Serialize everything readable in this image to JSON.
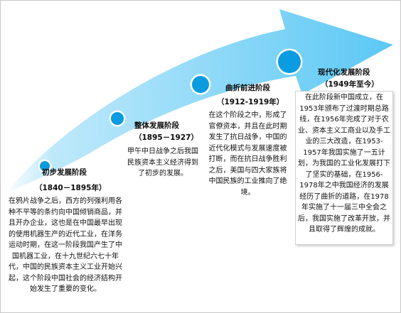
{
  "colors": {
    "arrow_main": "#5bc8f4",
    "arrow_light": "#bfe9fb",
    "node_fill": "#0a9be0",
    "node_ring": "#ffffff",
    "text": "#111111"
  },
  "stages": [
    {
      "title": "初步发展阶段",
      "period": "（1840－1895年）",
      "description": "在鸦片战争之后，西方的列强利用各种不平等的条约向中国倾销商品，并且开办企业，这也是在中国最早出现的使用机器生产的近代工业，在洋务运动时期，在这一阶段我国产生了中国机器工业，在十九世纪六七十年代，中国的民族资本主义工业开始兴起，这个阶段中国社会的经济结构开始发生了重要的变化。"
    },
    {
      "title": "整体发展阶段",
      "period": "（1895－1927）",
      "description": "甲午中日战争之后我国民族资本主义经济得到了初步的发展。"
    },
    {
      "title": "曲折前进阶段",
      "period": "（1912-1919年）",
      "description": "在这个阶段之中，形成了官僚资本，并且在此时期发生了抗日战争，中国的近代化模式与发展速度被打断，而在抗日战争胜利之后，美国与四大家族将中国民族的工业推向了绝境。"
    },
    {
      "title": "现代化发展阶段",
      "period": "（1949年至今）",
      "description": "在此阶段新中国成立，在1953年颁布了过渡时期总路线，在1956年完成了对于农业、资本主义工商业以及手工业的三大改造，在1953-1957年我国实施了一五计划，为我国的工业化发展打下了坚实的基础，在1956-1978年之中我国经济的发展经历了曲折的道路，在1978年实施了十一届三中全会之后，我国实施了改革开放，并且取得了辉煌的成就。"
    }
  ]
}
